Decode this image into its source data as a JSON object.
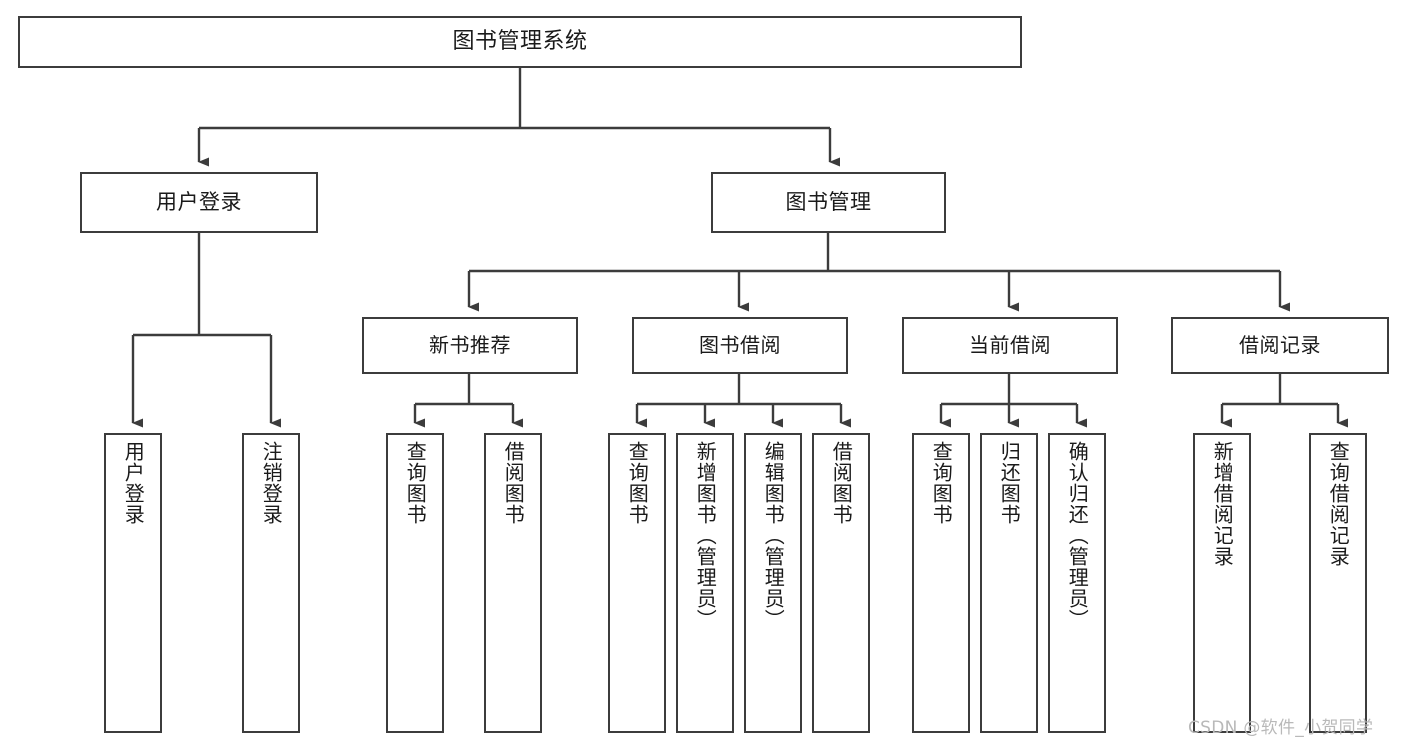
{
  "diagram": {
    "type": "tree-hierarchy",
    "title": "图书管理系统",
    "root": {
      "label": "图书管理系统"
    },
    "level1": [
      {
        "label": "用户登录"
      },
      {
        "label": "图书管理"
      }
    ],
    "level2": [
      {
        "label": "新书推荐",
        "parent": "图书管理"
      },
      {
        "label": "图书借阅",
        "parent": "图书管理"
      },
      {
        "label": "当前借阅",
        "parent": "图书管理"
      },
      {
        "label": "借阅记录",
        "parent": "图书管理"
      }
    ],
    "leaves": {
      "user_login": [
        {
          "label": "用户登录"
        },
        {
          "label": "注销登录"
        }
      ],
      "new_book_recommend": [
        {
          "label": "查询图书"
        },
        {
          "label": "借阅图书"
        }
      ],
      "book_borrow": [
        {
          "label": "查询图书"
        },
        {
          "label": "新增图书（管理员）"
        },
        {
          "label": "编辑图书（管理员）"
        },
        {
          "label": "借阅图书"
        }
      ],
      "current_borrow": [
        {
          "label": "查询图书"
        },
        {
          "label": "归还图书"
        },
        {
          "label": "确认归还（管理员）"
        }
      ],
      "borrow_record": [
        {
          "label": "新增借阅记录"
        },
        {
          "label": "查询借阅记录"
        }
      ]
    }
  },
  "watermark": {
    "text": "CSDN @软件_小贺同学"
  },
  "colors": {
    "stroke": "#3c3c3c",
    "fill": "#ffffff",
    "text": "#1a1a1a",
    "watermark": "#b9b9b9"
  }
}
